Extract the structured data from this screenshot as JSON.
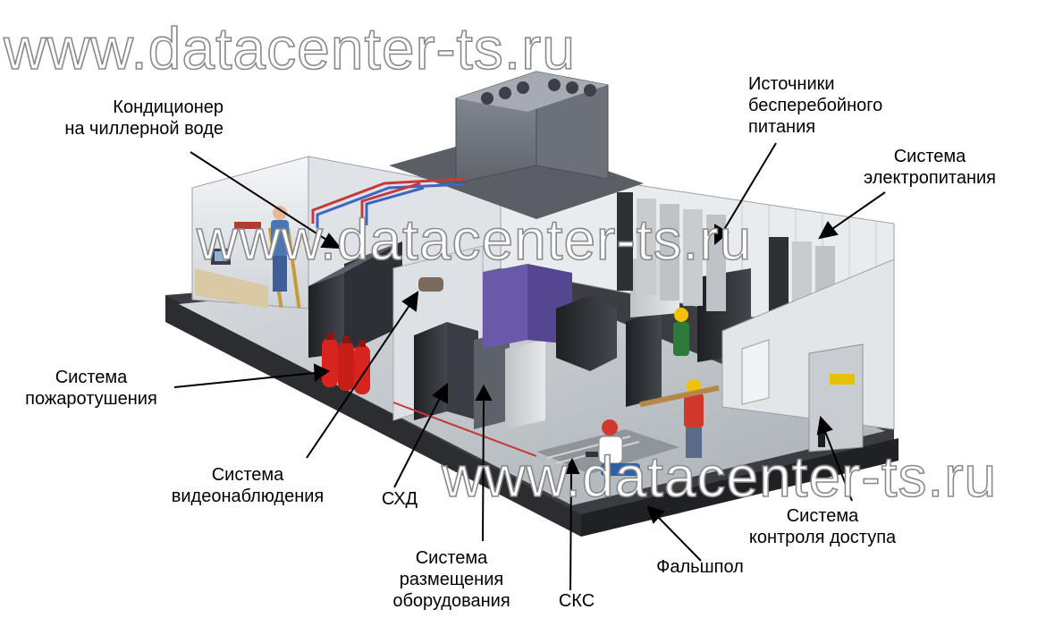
{
  "watermarks": [
    "www.datacenter-ts.ru",
    "www.datacenter-ts.ru",
    "www.datacenter-ts.ru"
  ],
  "labels": {
    "chiller_ac": [
      "Кондиционер",
      "на чиллерной воде"
    ],
    "ups": [
      "Источники",
      "бесперебойного",
      "питания"
    ],
    "power": [
      "Система",
      "электропитания"
    ],
    "fire": [
      "Система",
      "пожаротушения"
    ],
    "cctv": [
      "Система",
      "видеонаблюдения"
    ],
    "storage": [
      "СХД"
    ],
    "racks": [
      "Система",
      "размещения",
      "оборудования"
    ],
    "cabling": [
      "СКС"
    ],
    "raised_floor": [
      "Фальшпол"
    ],
    "access": [
      "Система",
      "контроля доступа"
    ]
  },
  "colors": {
    "floor": "#3b3d42",
    "wall": "#e8ebee",
    "rack": "#2a2c31",
    "rack_purple": "#6a58a8",
    "extinguisher": "#d8241f",
    "roof_unit": "#7d828a",
    "worker_helmet": "#f2c200",
    "watermark_stroke": "#8a8a8a"
  }
}
